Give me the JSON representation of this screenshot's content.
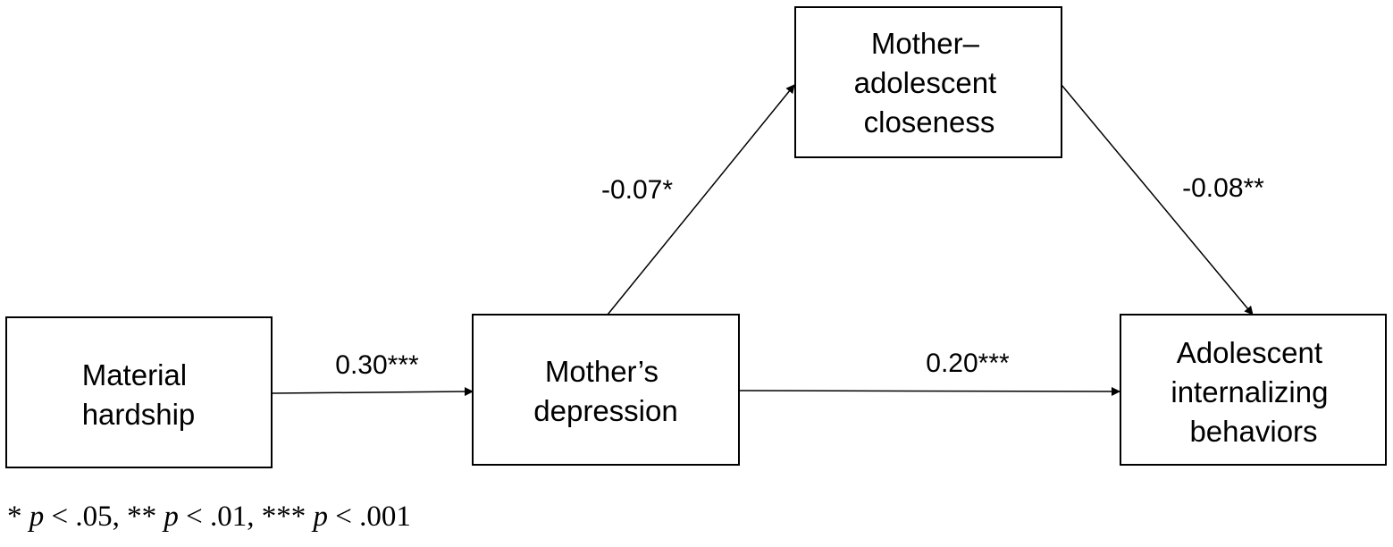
{
  "nodes": {
    "material_hardship": {
      "lines": [
        "Material",
        "hardship"
      ]
    },
    "mothers_depression": {
      "lines": [
        "Mother’s",
        "depression"
      ]
    },
    "closeness": {
      "lines": [
        "Mother–",
        "adolescent",
        "closeness"
      ]
    },
    "internalizing": {
      "lines": [
        "Adolescent",
        "internalizing",
        "behaviors"
      ]
    }
  },
  "paths": {
    "hardship_to_depression": "0.30***",
    "depression_to_closeness": "-0.07*",
    "closeness_to_internalizing": "-0.08**",
    "depression_to_internalizing": "0.20***"
  },
  "footnote": {
    "s1": "* ",
    "p1": "p",
    "t1": " < .05, ** ",
    "p2": "p",
    "t2": " < .01, *** ",
    "p3": "p",
    "t3": " < .001"
  }
}
